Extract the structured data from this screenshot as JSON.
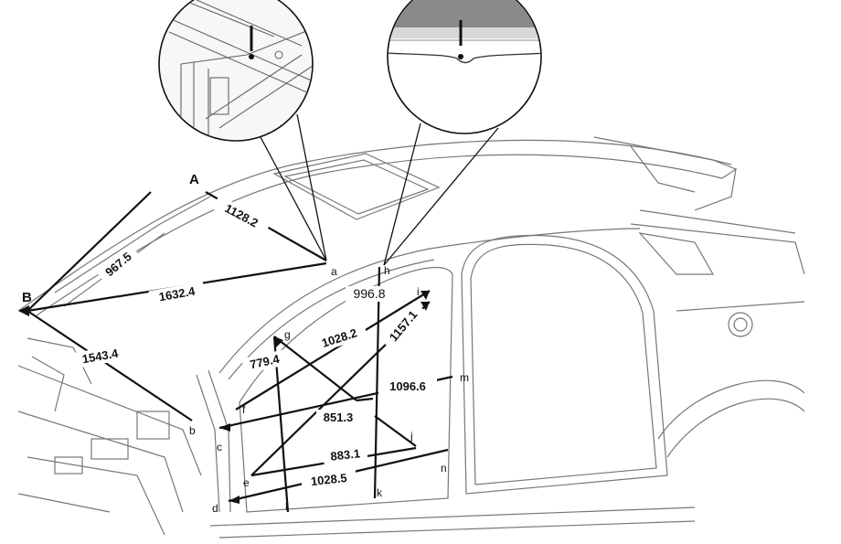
{
  "points": {
    "A": "A",
    "B": "B",
    "a": "a",
    "b": "b",
    "c": "c",
    "d": "d",
    "e": "e",
    "f": "f",
    "g": "g",
    "h": "h",
    "i": "i",
    "j": "j",
    "k": "k",
    "l": "l",
    "m": "m",
    "n": "n"
  },
  "dimensions": {
    "d1128": "1128.2",
    "d967": "967.5",
    "d1632": "1632.4",
    "d1543": "1543.4",
    "d996": "996.8",
    "d1028_2": "1028.2",
    "d1157": "1157.1",
    "d779": "779.4",
    "d1096": "1096.6",
    "d851": "851.3",
    "d883": "883.1",
    "d1028_5": "1028.5"
  },
  "colors": {
    "line": "#111111",
    "body_line": "#777777",
    "detail_fill": "#eeeeee"
  }
}
